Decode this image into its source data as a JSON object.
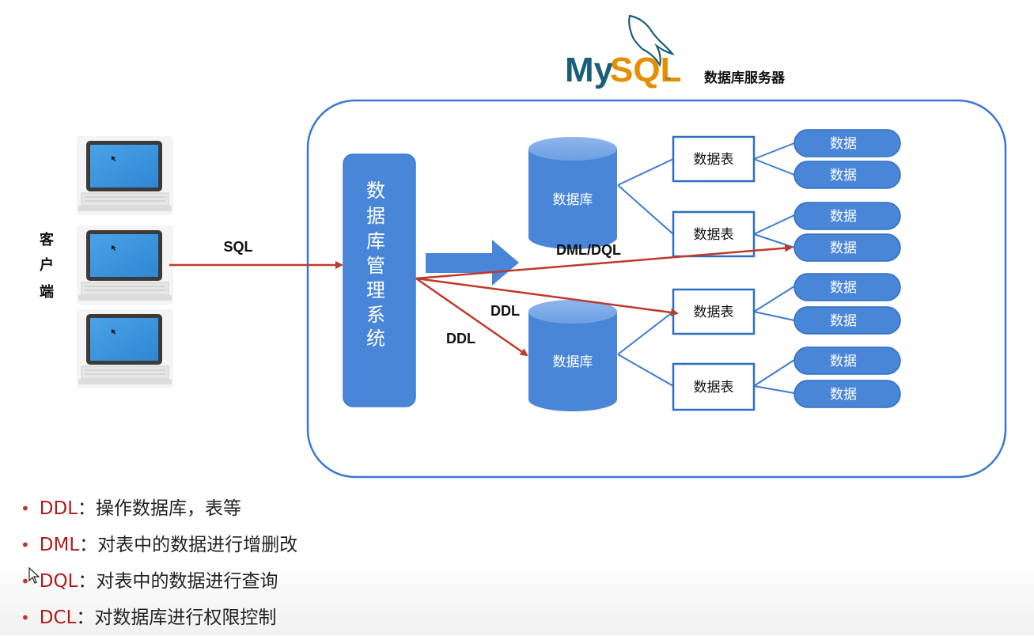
{
  "header": {
    "logo_my": "My",
    "logo_sql": "SQL",
    "logo_tm": "™",
    "server_label": "数据库服务器"
  },
  "client": {
    "label_chars": [
      "客",
      "户",
      "端"
    ],
    "sql_label": "SQL"
  },
  "dbms": {
    "label_chars": [
      "数",
      "据",
      "库",
      "管",
      "理",
      "系",
      "统"
    ]
  },
  "edges": {
    "dml_dql_label": "DML/DQL",
    "ddl_label_upper": "DDL",
    "ddl_label_lower": "DDL"
  },
  "databases": [
    {
      "label": "数据库",
      "tables": [
        {
          "label": "数据表",
          "data": [
            "数据",
            "数据"
          ]
        },
        {
          "label": "数据表",
          "data": [
            "数据",
            "数据"
          ]
        }
      ]
    },
    {
      "label": "数据库",
      "tables": [
        {
          "label": "数据表",
          "data": [
            "数据",
            "数据"
          ]
        },
        {
          "label": "数据表",
          "data": [
            "数据",
            "数据"
          ]
        }
      ]
    }
  ],
  "bullets": [
    {
      "keyword": "DDL",
      "text": "：操作数据库，表等"
    },
    {
      "keyword": "DML",
      "text": "：对表中的数据进行增删改"
    },
    {
      "keyword": "DQL",
      "text": "：对表中的数据进行查询"
    },
    {
      "keyword": "DCL",
      "text": "：对数据库进行权限控制"
    }
  ],
  "colors": {
    "blue_fill": "#4a86d8",
    "blue_dark": "#2e6fc4",
    "blue_stroke": "#3b7bd4",
    "frame_stroke": "#3a78d0",
    "arrow_red": "#c0392b",
    "keyword_red": "#b01c1c",
    "logo_teal": "#1a5f7a",
    "logo_orange": "#e48e00"
  }
}
